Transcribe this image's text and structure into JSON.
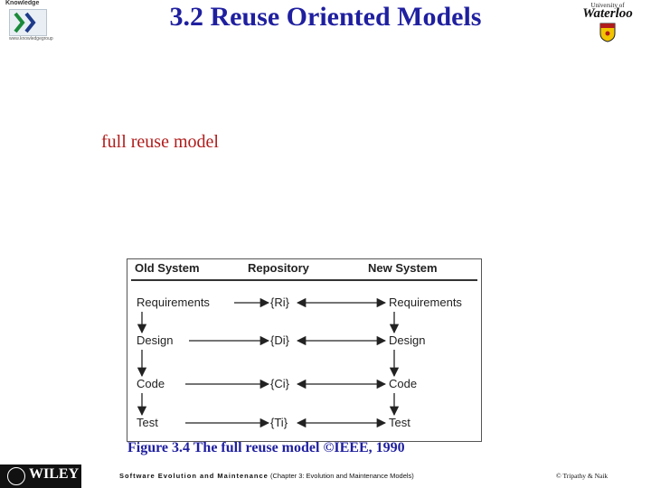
{
  "header": {
    "title": "3.2 Reuse Oriented Models",
    "left_logo_text": "Knowledge",
    "right_logo_top": "University of",
    "right_logo_name": "Waterloo"
  },
  "subtitle": "full reuse model",
  "diagram": {
    "headers": [
      "Old System",
      "Repository",
      "New System"
    ],
    "rows": [
      {
        "old": "Requirements",
        "repo": "{Ri}",
        "new": "Requirements",
        "direction": "bidirectional"
      },
      {
        "old": "Design",
        "repo": "{Di}",
        "new": "Design",
        "direction": "bidirectional"
      },
      {
        "old": "Code",
        "repo": "{Ci}",
        "new": "Code",
        "direction": "bidirectional"
      },
      {
        "old": "Test",
        "repo": "{Ti}",
        "new": "Test",
        "direction": "bidirectional"
      }
    ]
  },
  "caption": "Figure 3.4 The full reuse model ©IEEE, 1990",
  "footer": {
    "publisher": "WILEY",
    "course_bold": "Software Evolution and Maintenance",
    "course_rest": " (Chapter 3: Evolution and Maintenance Models)",
    "copyright": "© Tripathy & Naik"
  },
  "colors": {
    "title": "#1f1fa0",
    "subtitle": "#b01c1c",
    "caption": "#1f1fa0"
  }
}
